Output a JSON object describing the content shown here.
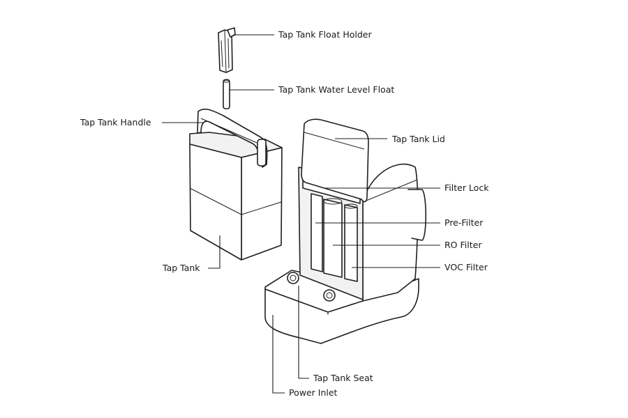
{
  "labels": {
    "float_holder": "Tap Tank Float Holder",
    "water_level_float": "Tap Tank Water Level Float",
    "handle": "Tap Tank Handle",
    "lid": "Tap Tank Lid",
    "filter_lock": "Filter Lock",
    "pre_filter": "Pre-Filter",
    "ro_filter": "RO Filter",
    "voc_filter": "VOC Filter",
    "tap_tank": "Tap Tank",
    "tank_seat": "Tap Tank Seat",
    "power_inlet": "Power Inlet"
  },
  "colors": {
    "line": "#1a1a1a",
    "background": "#ffffff"
  }
}
